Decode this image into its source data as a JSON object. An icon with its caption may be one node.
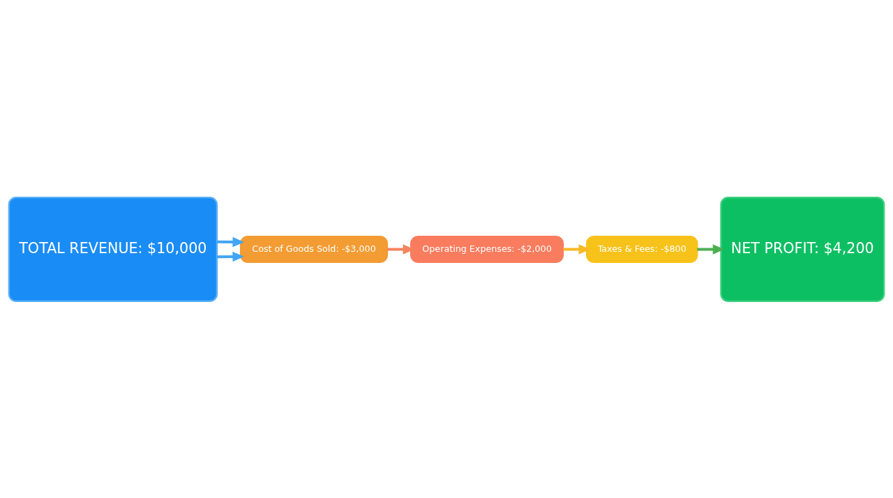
{
  "diagram": {
    "nodes": [
      {
        "text": [
          "TOTAL REVENUE: $10,000"
        ]
      },
      {
        "text": [
          "Cost of Goods Sold: -$3,000"
        ]
      },
      {
        "text": [
          "Operating Expenses: -$2,000"
        ]
      },
      {
        "text": [
          "Taxes & Fees: -$800"
        ]
      },
      {
        "text": [
          "NET PROFIT: $4,200"
        ]
      }
    ],
    "edges": [
      {
        "from": 0,
        "to": 1,
        "arrow": "to",
        "color": "#42a5f5"
      },
      {
        "from": 0,
        "to": 1,
        "arrow": "to",
        "color": "#42a5f5"
      },
      {
        "from": 1,
        "to": 2,
        "arrow": "to",
        "color": "#f4845f"
      },
      {
        "from": 2,
        "to": 3,
        "arrow": "to",
        "color": "#f9b825"
      },
      {
        "from": 3,
        "to": 4,
        "arrow": "to",
        "color": "#4caf50"
      }
    ]
  }
}
